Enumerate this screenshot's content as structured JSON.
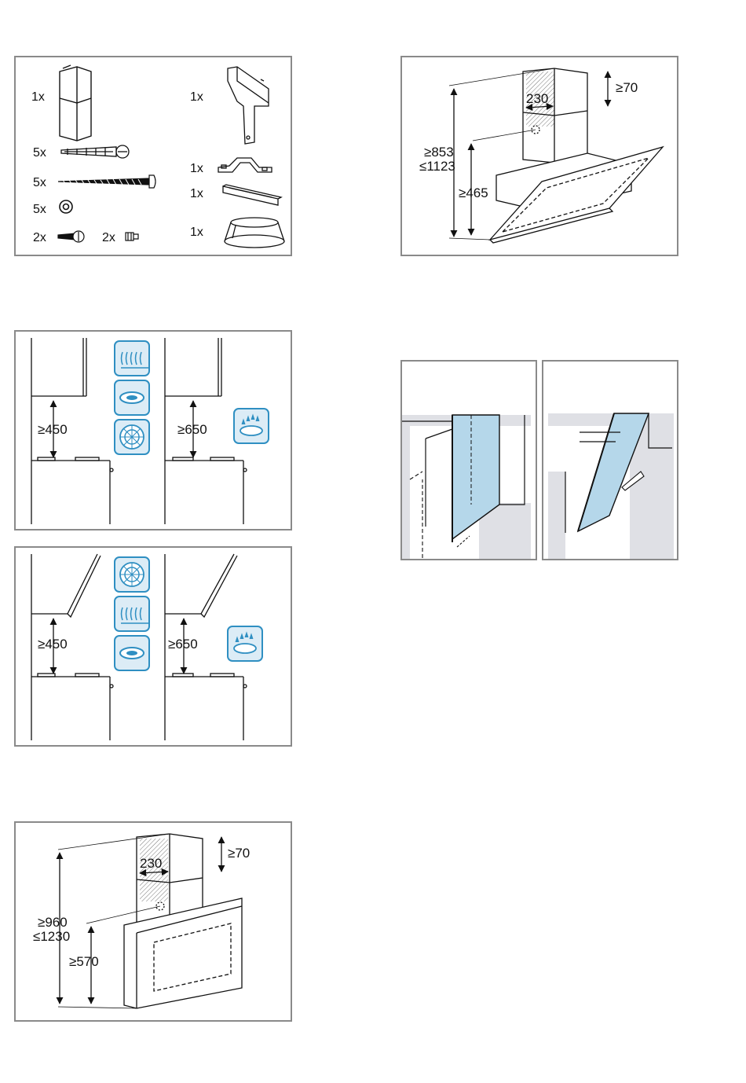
{
  "parts": {
    "chimney_qty": "1x",
    "dowel_qty": "5x",
    "screw_qty": "5x",
    "washer_qty": "5x",
    "small_screw_qty": "2x",
    "clip_qty": "2x",
    "bracket_qty": "1x",
    "clamp_qty": "1x",
    "rail_qty": "1x",
    "adapter_qty": "1x"
  },
  "slanted_hood": {
    "dim_top": "≥70",
    "dim_width": "230",
    "dim_total_min": "≥853",
    "dim_total_max": "≤1123",
    "dim_lower": "≥465"
  },
  "clearance_wall": {
    "left_dim": "≥450",
    "right_dim": "≥650"
  },
  "clearance_slanted": {
    "left_dim": "≥450",
    "right_dim": "≥650"
  },
  "box_hood": {
    "dim_top": "≥70",
    "dim_width": "230",
    "dim_total_min": "≥960",
    "dim_total_max": "≤1230",
    "dim_lower": "≥570"
  },
  "colors": {
    "frame": "#8a8a8a",
    "icon_blue": "#2f8fc2",
    "icon_fill": "#dcecf6",
    "glass": "#b5d7ea",
    "wall_grey": "#dfe0e5"
  }
}
